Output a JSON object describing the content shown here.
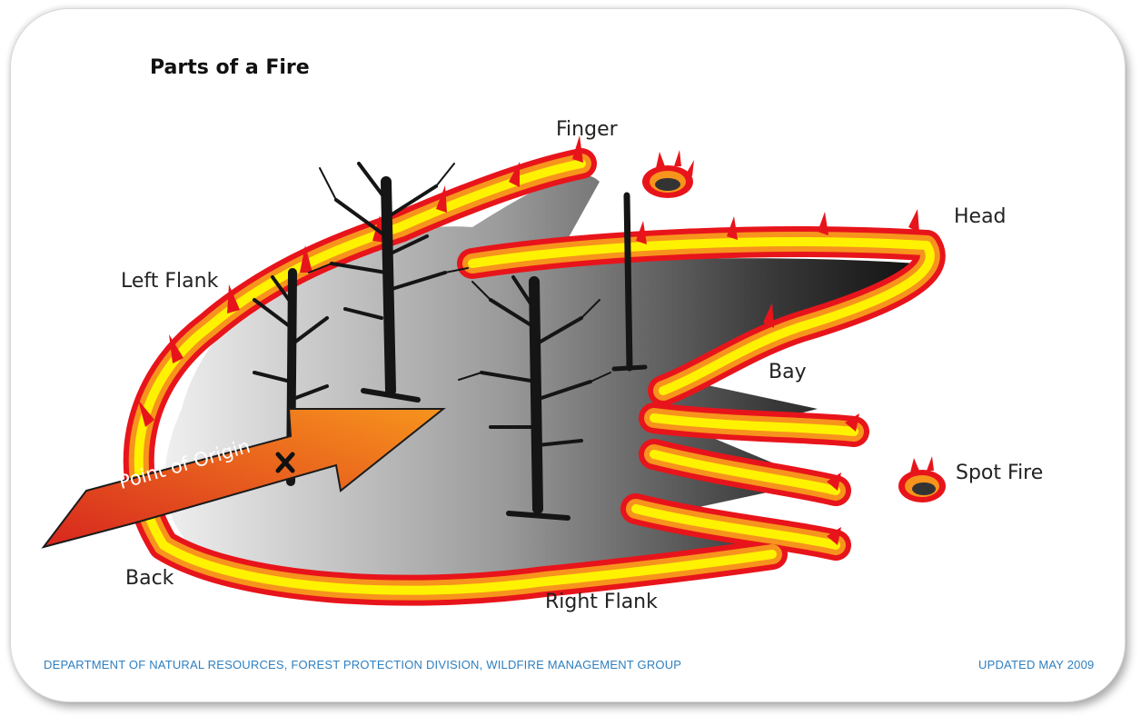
{
  "title": "Parts of a Fire",
  "labels": {
    "finger": "Finger",
    "head": "Head",
    "left_flank": "Left Flank",
    "bay": "Bay",
    "spot_fire": "Spot Fire",
    "back": "Back",
    "right_flank": "Right Flank",
    "point_of_origin": "Point of Origin"
  },
  "footer": {
    "left": "DEPARTMENT OF NATURAL RESOURCES, FOREST PROTECTION DIVISION, WILDFIRE MANAGEMENT GROUP",
    "right": "UPDATED MAY 2009"
  },
  "colors": {
    "flame_outer": "#e8141b",
    "flame_mid": "#f7941d",
    "flame_inner": "#fff200",
    "burned_dark": "#1a1a1a",
    "burned_light": "#d9d9d9",
    "arrow_light": "#f7941d",
    "arrow_dark": "#d7261e",
    "footer_text": "#2e7fc0"
  },
  "icons": {
    "origin_marker": "x-mark-icon"
  }
}
